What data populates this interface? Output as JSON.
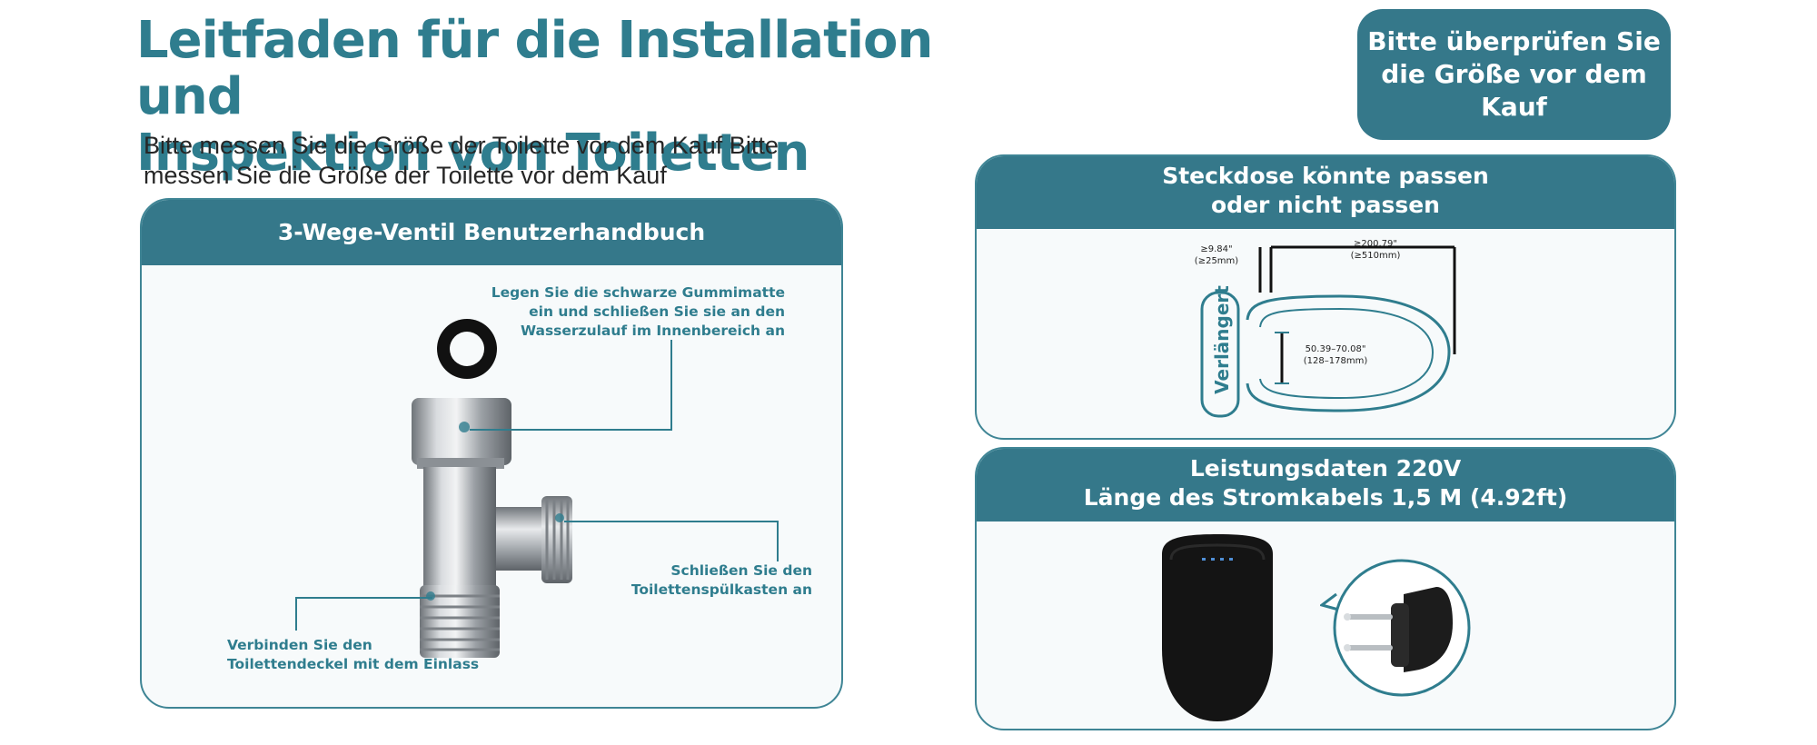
{
  "page": {
    "title_line1": "Leitfaden für die Installation und",
    "title_line2": "Inspektion von Toiletten",
    "subtitle": "Bitte messen Sie die Größe der Toilette vor dem Kauf Bitte messen Sie die Größe der Toilette vor dem Kauf"
  },
  "badge": {
    "line1": "Bitte überprüfen Sie",
    "line2": "die Größe vor dem Kauf"
  },
  "valve_card": {
    "header": "3-Wege-Ventil Benutzerhandbuch",
    "callout_top": [
      "Legen Sie die schwarze Gummimatte",
      "ein und schließen Sie sie an den",
      "Wasserzulauf im Innenbereich an"
    ],
    "callout_right": [
      "Schließen Sie den",
      "Toilettenspülkasten an"
    ],
    "callout_bottom": [
      "Verbinden Sie den",
      "Toilettendeckel mit dem Einlass"
    ]
  },
  "outlet_card": {
    "header_line1": "Steckdose könnte passen",
    "header_line2": "oder nicht passen",
    "label_vertical": "Verlängert",
    "dim_left": [
      "≥9.84\"",
      "(≥25mm)"
    ],
    "dim_top": [
      "≥200.79\"",
      "(≥510mm)"
    ],
    "dim_mid": [
      "50.39–70.08\"",
      "(128–178mm)"
    ]
  },
  "power_card": {
    "header_line1": "Leistungsdaten 220V",
    "header_line2": "Länge des Stromkabels 1,5 M (4.92ft)"
  },
  "colors": {
    "accent": "#35788a",
    "title": "#2f7d8e",
    "card_border": "#3f8595"
  },
  "icons": [
    "rubber-washer-icon",
    "valve-tee-icon",
    "toilet-seat-outline-icon",
    "toilet-seat-black-icon",
    "eu-plug-icon"
  ]
}
